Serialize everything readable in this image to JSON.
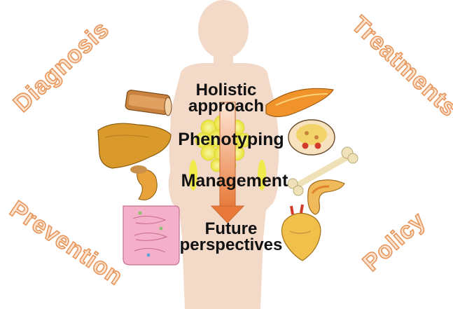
{
  "corners": {
    "top_left": "Diagnosis",
    "top_right": "Treatments",
    "bottom_left": "Prevention",
    "bottom_right": "Policy"
  },
  "center": {
    "holistic_line1": "Holistic",
    "holistic_line2": "approach",
    "phenotyping": "Phenotyping",
    "management": "Management",
    "future_line1": "Future",
    "future_line2": "perspectives"
  },
  "colors": {
    "body_silhouette": "#f2d9c8",
    "corner_text_fill": "#fbe3cf",
    "corner_text_stroke": "#e8955a",
    "arrow_top": "#fde7d6",
    "arrow_bottom": "#e8793a",
    "fat_deposit": "#f2ee5a"
  },
  "organs": [
    "artery-icon",
    "liver-icon",
    "kidney-icon",
    "intestine-icon",
    "muscle-icon",
    "abdominal-cross-section-icon",
    "bone-icon",
    "pancreas-icon",
    "heart-icon"
  ]
}
